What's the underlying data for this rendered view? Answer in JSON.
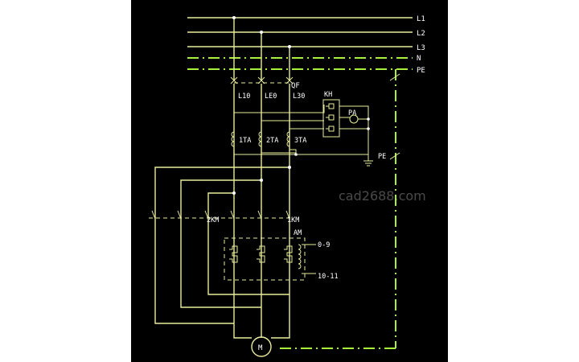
{
  "lines": {
    "l1": "L1",
    "l2": "L2",
    "l3": "L3",
    "n": "N",
    "pe": "PE"
  },
  "components": {
    "qf": "QF",
    "l10": "L10",
    "le0": "LE0",
    "l30": "L30",
    "kh": "KH",
    "pa": "PA",
    "ta1": "1TA",
    "ta2": "2TA",
    "ta3": "3TA",
    "pe_ground": "PE",
    "km2": "2KM",
    "km1": "1KM",
    "am": "AM",
    "term_top": "0-9",
    "term_bottom": "10-11",
    "motor": "M"
  },
  "watermark": "cad2688.com",
  "colors": {
    "background": "#000000",
    "wire": "#e9ec9c",
    "pe_line": "#a8f03c",
    "text": "#ffffff"
  }
}
